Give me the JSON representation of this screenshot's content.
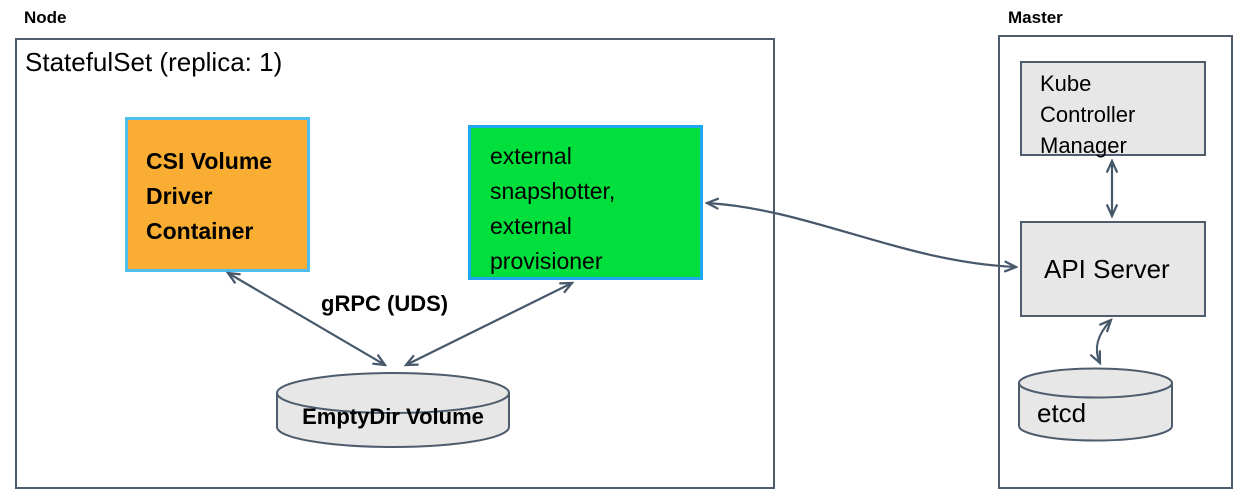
{
  "colors": {
    "orange-fill": "#F9AE33",
    "orange-border": "#4FBEEC",
    "green-fill": "#00DF3C",
    "green-border": "#1FA7EF",
    "gray-fill": "#E7E7E7",
    "slate-border": "#4D5D6D",
    "arrow": "#47586A"
  },
  "node": {
    "title": "Node",
    "statefulset_title": "StatefulSet (replica: 1)",
    "csi_box_label": "CSI Volume\nDriver\nContainer",
    "sidecar_box_label": "external\nsnapshotter,\nexternal\nprovisioner",
    "grpc_label": "gRPC (UDS)",
    "emptydir_label": "EmptyDir Volume"
  },
  "master": {
    "title": "Master",
    "kcm_label": "Kube\nController\nManager",
    "apiserver_label": "API Server",
    "etcd_label": "etcd"
  }
}
